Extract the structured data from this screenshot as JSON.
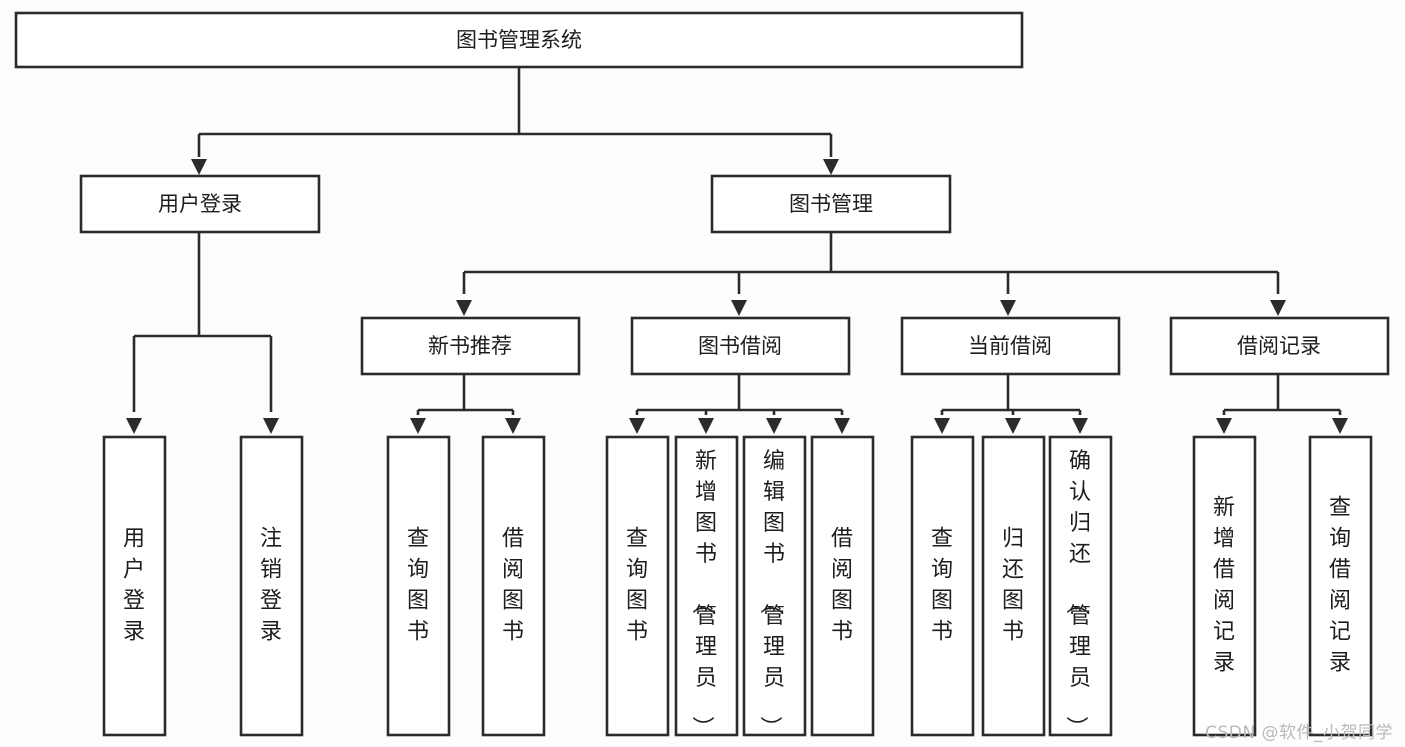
{
  "diagram": {
    "type": "tree-hierarchy",
    "title": "图书管理系统",
    "watermark": "CSDN @软件_小贺同学",
    "colors": {
      "background": "#fdfdfd",
      "box_fill": "#ffffff",
      "stroke": "#2b2b2b",
      "text": "#1d1d1d",
      "watermark": "#b9b9b9"
    },
    "nodes": {
      "root": {
        "label": "图书管理系统",
        "orientation": "horizontal"
      },
      "level1": [
        {
          "label": "用户登录",
          "orientation": "horizontal"
        },
        {
          "label": "图书管理",
          "orientation": "horizontal"
        }
      ],
      "level2": [
        {
          "label": "新书推荐",
          "orientation": "horizontal"
        },
        {
          "label": "图书借阅",
          "orientation": "horizontal"
        },
        {
          "label": "当前借阅",
          "orientation": "horizontal"
        },
        {
          "label": "借阅记录",
          "orientation": "horizontal"
        }
      ],
      "leaves": [
        {
          "label": "用户登录",
          "orientation": "vertical",
          "parent": "用户登录"
        },
        {
          "label": "注销登录",
          "orientation": "vertical",
          "parent": "用户登录"
        },
        {
          "label": "查询图书",
          "orientation": "vertical",
          "parent": "新书推荐"
        },
        {
          "label": "借阅图书",
          "orientation": "vertical",
          "parent": "新书推荐"
        },
        {
          "label": "查询图书",
          "orientation": "vertical",
          "parent": "图书借阅"
        },
        {
          "label": "新增图书（管理员）",
          "orientation": "vertical",
          "parent": "图书借阅"
        },
        {
          "label": "编辑图书（管理员）",
          "orientation": "vertical",
          "parent": "图书借阅"
        },
        {
          "label": "借阅图书",
          "orientation": "vertical",
          "parent": "图书借阅"
        },
        {
          "label": "查询图书",
          "orientation": "vertical",
          "parent": "当前借阅"
        },
        {
          "label": "归还图书",
          "orientation": "vertical",
          "parent": "当前借阅"
        },
        {
          "label": "确认归还（管理员）",
          "orientation": "vertical",
          "parent": "当前借阅"
        },
        {
          "label": "新增借阅记录",
          "orientation": "vertical",
          "parent": "借阅记录"
        },
        {
          "label": "查询借阅记录",
          "orientation": "vertical",
          "parent": "借阅记录"
        }
      ]
    }
  }
}
